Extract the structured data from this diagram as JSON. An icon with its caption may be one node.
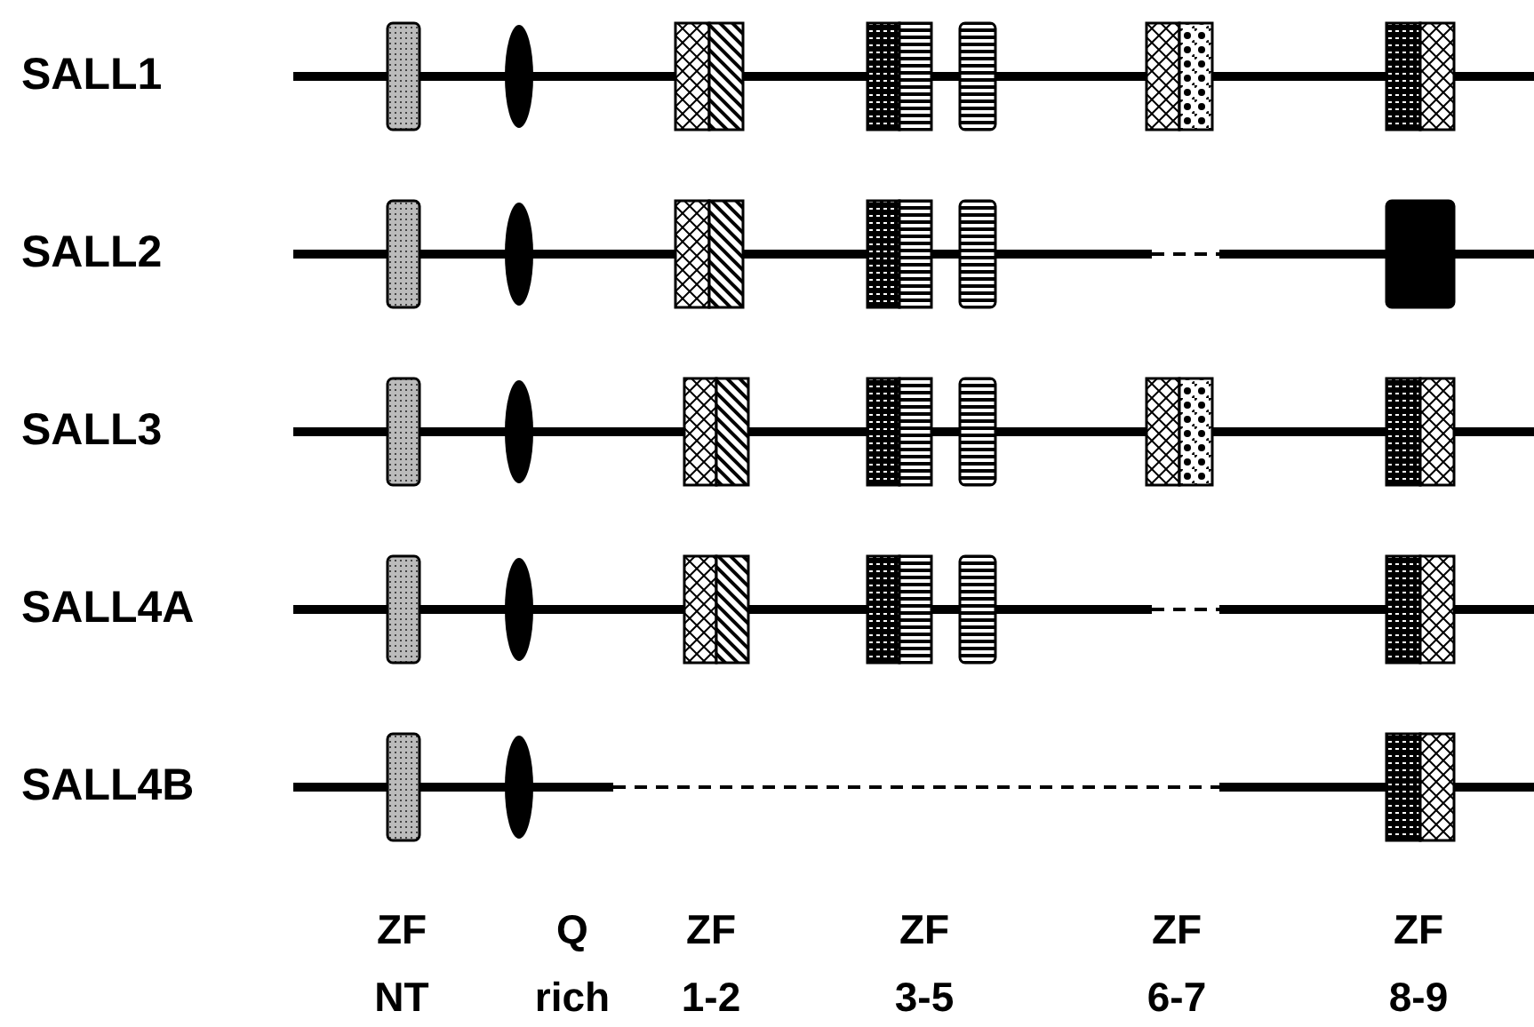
{
  "diagram": {
    "labels": [
      "SALL1",
      "SALL2",
      "SALL3",
      "SALL4A",
      "SALL4B",
      "ZF NT",
      "Q rich",
      "ZF 1-2",
      "ZF 3-5",
      "ZF 6-7",
      "ZF 8-9"
    ]
  }
}
